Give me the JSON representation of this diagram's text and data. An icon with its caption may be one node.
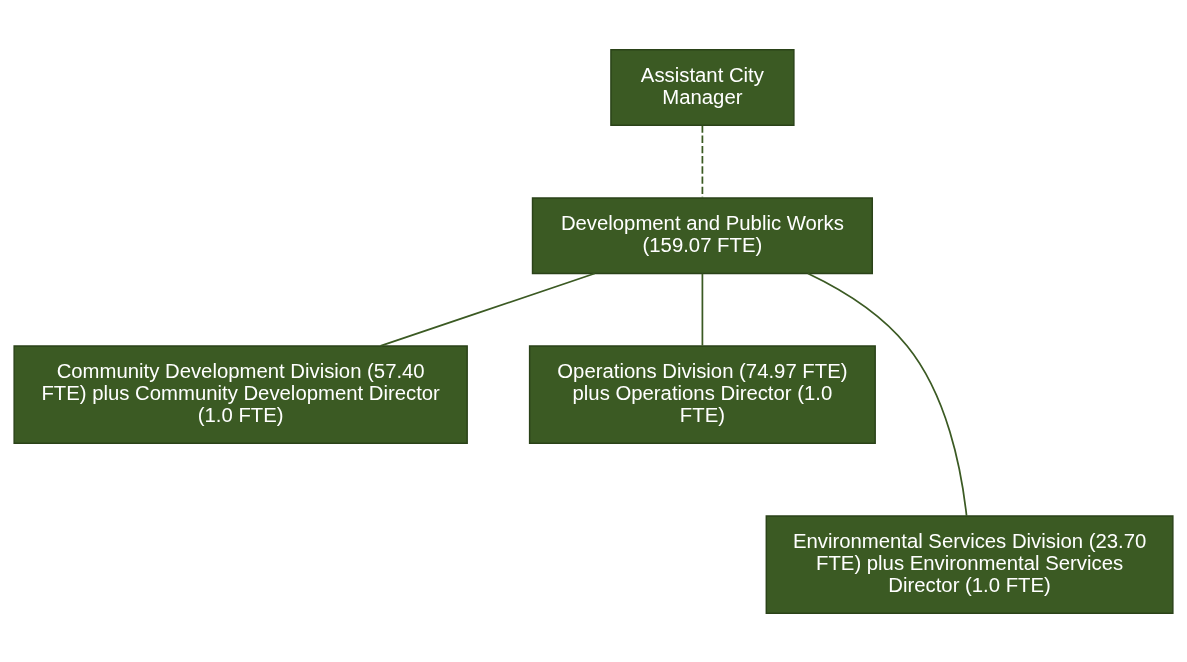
{
  "diagram": {
    "nodes": [
      {
        "text": [
          "Assistant City Manager"
        ]
      },
      {
        "text": [
          "Development and Public Works (159.07 FTE)"
        ]
      },
      {
        "text": [
          "Community Development Division (57.40 FTE) plus Community Development Director (1.0 FTE)"
        ]
      },
      {
        "text": [
          "Operations Division (74.97 FTE) plus Operations Director (1.0 FTE)"
        ]
      },
      {
        "text": [
          "Environmental Services Division (23.70 FTE) plus Environmental Services Director (1.0 FTE)"
        ]
      }
    ],
    "edges": [
      {
        "from": 0,
        "to": 1,
        "arrow": "none",
        "style": "dashed"
      },
      {
        "from": 1,
        "to": 2,
        "arrow": "none"
      },
      {
        "from": 1,
        "to": 4,
        "arrow": "none"
      },
      {
        "from": 1,
        "to": 3,
        "arrow": "none"
      }
    ]
  }
}
